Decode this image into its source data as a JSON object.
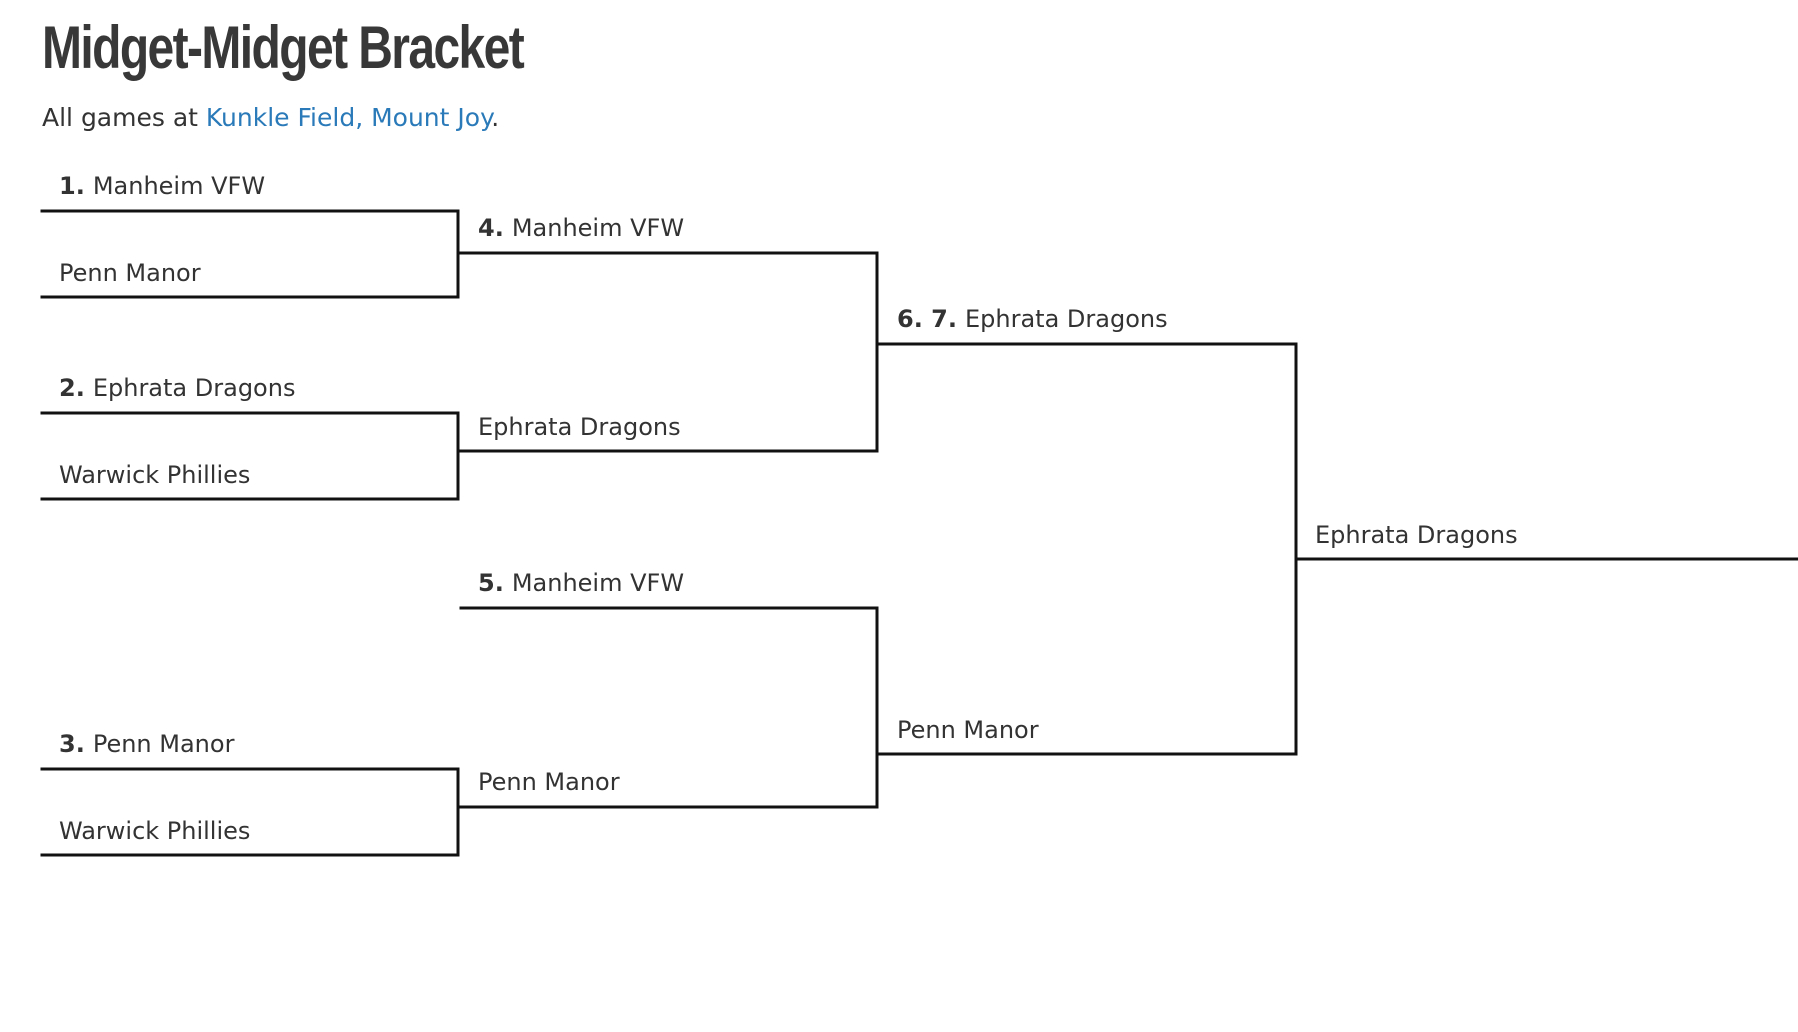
{
  "page": {
    "title": "Midget-Midget Bracket",
    "subtitle_prefix": "All games at ",
    "location_link": "Kunkle Field, Mount Joy",
    "subtitle_suffix": "."
  },
  "bracket": {
    "round1": [
      {
        "seed": "1.",
        "team": "Manheim VFW"
      },
      {
        "seed": "",
        "team": "Penn Manor"
      },
      {
        "seed": "2.",
        "team": "Ephrata Dragons"
      },
      {
        "seed": "",
        "team": "Warwick Phillies"
      },
      {
        "seed": "3.",
        "team": "Penn Manor"
      },
      {
        "seed": "",
        "team": "Warwick Phillies"
      }
    ],
    "round2": [
      {
        "seed": "4.",
        "team": "Manheim VFW"
      },
      {
        "seed": "",
        "team": "Ephrata Dragons"
      },
      {
        "seed": "5.",
        "team": "Manheim VFW"
      },
      {
        "seed": "",
        "team": "Penn Manor"
      }
    ],
    "round3": [
      {
        "seed": "6. 7.",
        "team": "Ephrata Dragons"
      },
      {
        "seed": "",
        "team": "Penn Manor"
      }
    ],
    "champion": {
      "team": "Ephrata Dragons"
    }
  },
  "colors": {
    "text": "#333333",
    "link": "#2a7ab9",
    "line": "#111111"
  }
}
